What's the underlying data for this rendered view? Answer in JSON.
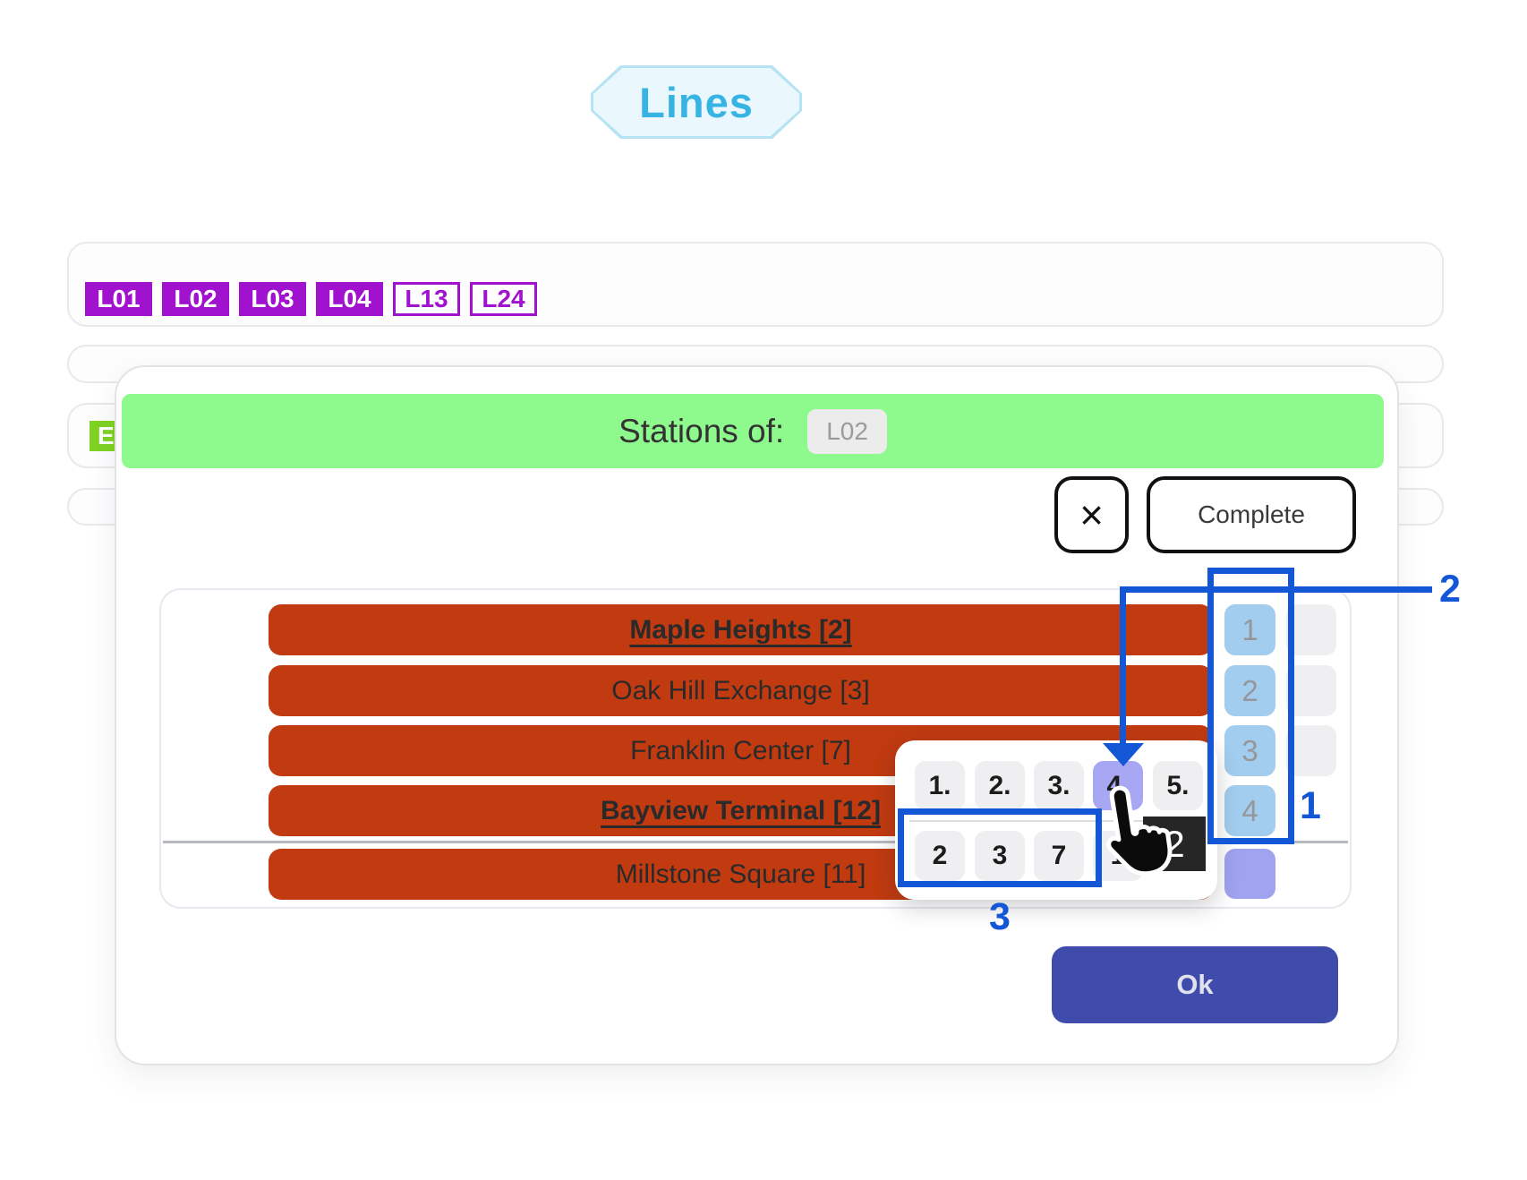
{
  "title_badge": {
    "label": "Lines"
  },
  "lines_row": {
    "badges": [
      {
        "label": "L01",
        "style": "filled"
      },
      {
        "label": "L02",
        "style": "filled"
      },
      {
        "label": "L03",
        "style": "filled"
      },
      {
        "label": "L04",
        "style": "filled"
      },
      {
        "label": "L13",
        "style": "outline"
      },
      {
        "label": "L24",
        "style": "outline"
      }
    ]
  },
  "background": {
    "partial_green_badge": "E"
  },
  "modal": {
    "header": {
      "title": "Stations of:",
      "line_code": "L02"
    },
    "toolbar": {
      "close": "×",
      "complete": "Complete"
    },
    "stations": [
      {
        "name": "Maple Heights [2]",
        "emphasis": true
      },
      {
        "name": "Oak Hill Exchange [3]",
        "emphasis": false
      },
      {
        "name": "Franklin Center [7]",
        "emphasis": false
      },
      {
        "name": "Bayview Terminal [12]",
        "emphasis": true
      },
      {
        "name": "Millstone Square [11]",
        "emphasis": false
      }
    ],
    "position_column": [
      "1",
      "2",
      "3",
      "4"
    ],
    "ok": "Ok"
  },
  "popup": {
    "ordinal_row": [
      "1.",
      "2.",
      "3.",
      "4.",
      "5."
    ],
    "highlighted_ordinal": "4.",
    "value_row": [
      "2",
      "3",
      "7",
      "1"
    ],
    "cursor_tooltip": "2"
  },
  "annotations": {
    "label_1": "1",
    "label_2": "2",
    "label_3": "3"
  },
  "colors": {
    "accent_blue": "#1356d6",
    "station_red": "#c13a10",
    "header_green": "#8efa8e",
    "line_purple": "#a112cf",
    "ok_indigo": "#3f4cab",
    "light_blue_button": "#a3cdee",
    "highlight_purple": "#a7a7f3",
    "title_cyan": "#38b4e4",
    "green_badge": "#7fd322"
  }
}
